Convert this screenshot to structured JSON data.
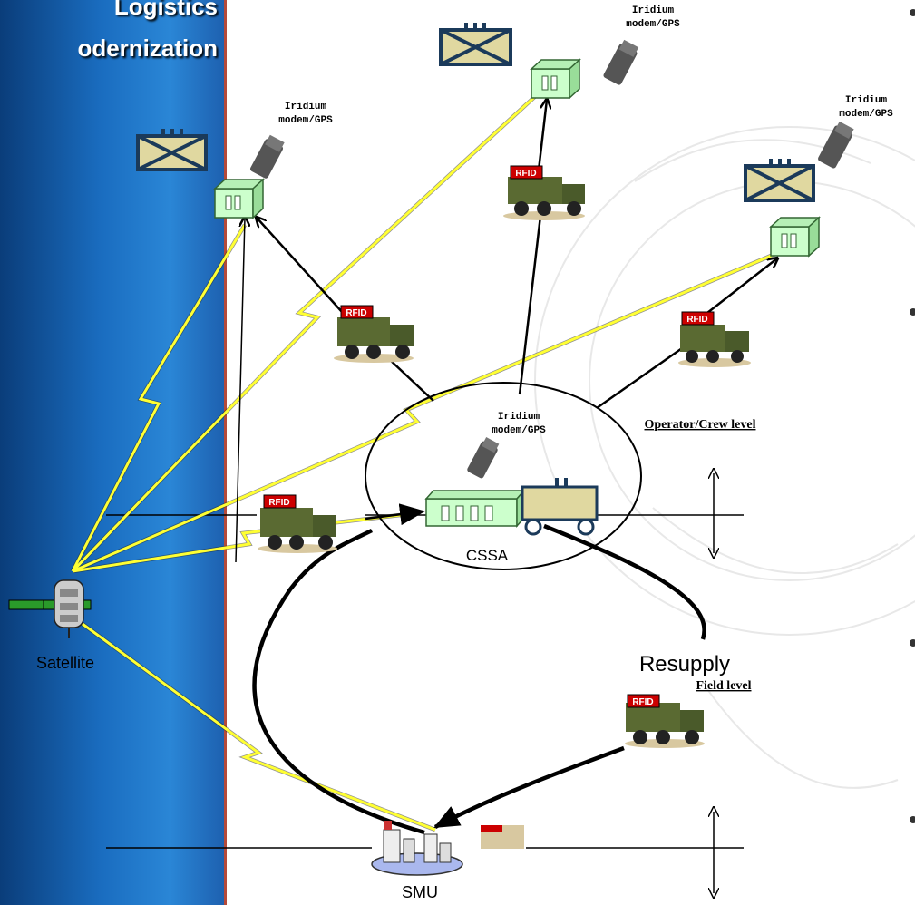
{
  "sidebar": {
    "title_line1": "Logistics",
    "title_line2": "odernization"
  },
  "labels": {
    "iridium_line1": "Iridium",
    "iridium_line2": "modem/GPS",
    "rfid": "RFID",
    "satellite": "Satellite",
    "cssa": "CSSA",
    "smu": "SMU",
    "resupply": "Resupply",
    "operator_level": "Operator/Crew level",
    "field_level": "Field level"
  },
  "colors": {
    "sidebar_dark": "#0a3d7a",
    "sidebar_light": "#2a86d6",
    "lightning": "#ffff33",
    "container": "#ccffcc",
    "rfid_tag": "#cc0000",
    "truck": "#4a5a2a"
  }
}
